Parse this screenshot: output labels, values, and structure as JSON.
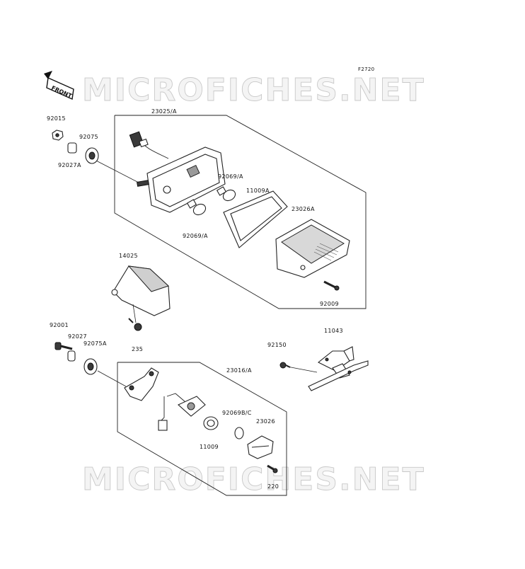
{
  "figure_code": "F2720",
  "front_label": "FRONT",
  "watermark_top": "MICROFICHES.NET",
  "watermark_bottom": "MICROFICHES.NET",
  "labels": {
    "p23025A": "23025/A",
    "p92015": "92015",
    "p92075": "92075",
    "p92027A": "92027A",
    "p92069A_top": "92069/A",
    "p11009A": "11009A",
    "p23026A": "23026A",
    "p92069A_bottom": "92069/A",
    "p14025": "14025",
    "p92009": "92009",
    "p92001": "92001",
    "p92027": "92027",
    "p92075A": "92075A",
    "p235": "235",
    "p11043": "11043",
    "p92150": "92150",
    "p23016A": "23016/A",
    "p92069BC": "92069B/C",
    "p23026": "23026",
    "p11009": "11009",
    "p220": "220"
  }
}
